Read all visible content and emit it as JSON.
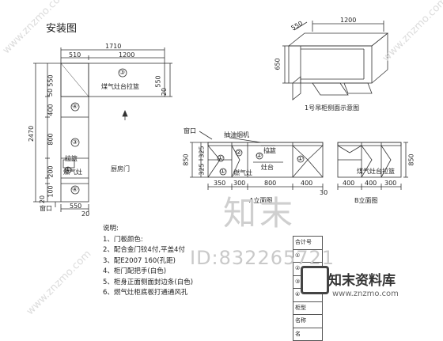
{
  "title": "安装图",
  "plan_view": {
    "dim_top_total": "1710",
    "dim_top_left": "510",
    "dim_top_right": "1200",
    "dim_left_total": "2470",
    "dim_left_550": "550",
    "dim_left_50": "50",
    "dim_left_400": "400",
    "dim_left_800": "800",
    "dim_left_200": "200",
    "dim_left_100": "100",
    "dim_left_20": "20",
    "dim_right_550": "550",
    "dim_right_20": "20",
    "dim_bottom_550": "550",
    "dim_bottom_20": "20",
    "label_gasfire_top": "煤气灶台拉篮",
    "label_gasfire_bottom": "燃气灶",
    "label_gasfire_side": "拉篮",
    "label_window": "窗口",
    "label_door": "厨房门",
    "markers": [
      "③",
      "④",
      "③",
      "④",
      "①"
    ]
  },
  "iso_view": {
    "dim_550": "550",
    "dim_1200": "1200",
    "dim_650": "650",
    "caption": "1号吊柜侧面示意图"
  },
  "elev_a": {
    "dim_850": "850",
    "dim_325": "325",
    "dim_325b": "325",
    "dim_350": "350",
    "dim_300": "300",
    "dim_800": "800",
    "dim_400": "400",
    "dim_30": "30",
    "label_window": "窗口",
    "label_hood": "抽油烟机",
    "label_shelf": "拉篮",
    "label_range": "灶台",
    "label_gas": "燃气灶",
    "caption": "A立面图",
    "markers": [
      "①",
      "①",
      "②",
      "②",
      "①"
    ]
  },
  "elev_b": {
    "dim_850": "850",
    "dim_400a": "400",
    "dim_400b": "400",
    "dim_300": "300",
    "label_shelf": "煤气灶台拉篮",
    "caption": "B立面图"
  },
  "notes": {
    "heading": "说明:",
    "items": [
      "1、门板颜色:",
      "2、配合金门铰4付,平盖4付",
      "3、配E2007 160(孔距)",
      "4、柜门配把手(白色)",
      "5、柜身正面侧面封边条(白色)",
      "6、燃气灶柜底板打通通风孔"
    ]
  },
  "legend_table": [
    "合计号",
    "①",
    "②",
    "③",
    "④",
    "柜型",
    "名称",
    "名"
  ],
  "watermark": {
    "id_text": "ID:832265721",
    "brand_text": "知末",
    "logo_cn": "知末资料库",
    "logo_url": "www.znzmo.com",
    "diag_text": "www.znzmo.com"
  }
}
